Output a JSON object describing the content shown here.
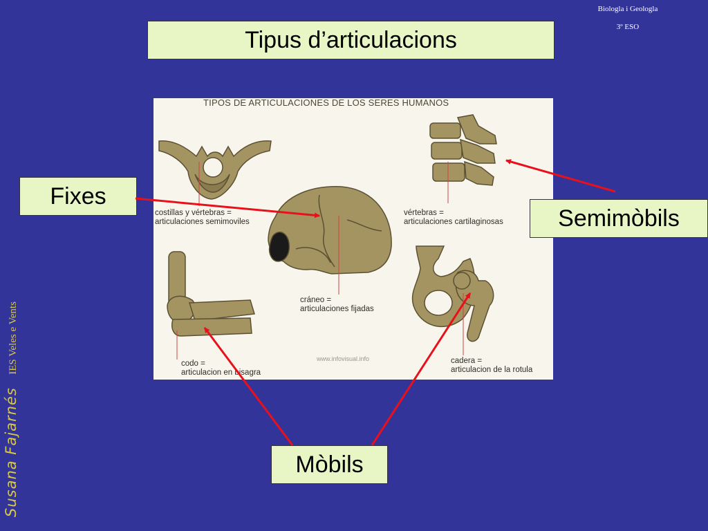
{
  "header": {
    "subject": "Biologla i Geologla",
    "grade": "3º ESO"
  },
  "title": "Tipus d’articulacions",
  "labels": {
    "fixes": "Fixes",
    "semimobils": "Semimòbils",
    "mobils": "Mòbils"
  },
  "sidebar": {
    "author": "Susana Fajarnés",
    "school": "IES Veles e Vents"
  },
  "figure": {
    "title": "TIPOS DE ARTICULACIONES DE LOS SERES HUMANOS",
    "captions": {
      "costillas_1": "costillas y vértebras =",
      "costillas_2": "articulaciones semimoviles",
      "vertebras_1": "vértebras =",
      "vertebras_2": "articulaciones cartilaginosas",
      "craneo_1": "cráneo =",
      "craneo_2": "articulaciones fijadas",
      "codo_1": "codo =",
      "codo_2": "articulacion en bisagra",
      "cadera_1": "cadera =",
      "cadera_2": "articulacion de la rotula"
    },
    "watermark": "www.infovisual.info"
  },
  "colors": {
    "background": "#33349a",
    "label_fill": "#e8f6c6",
    "arrow": "#e8111b",
    "sidebar_text": "#d7c84a",
    "bone": "#a39462"
  }
}
